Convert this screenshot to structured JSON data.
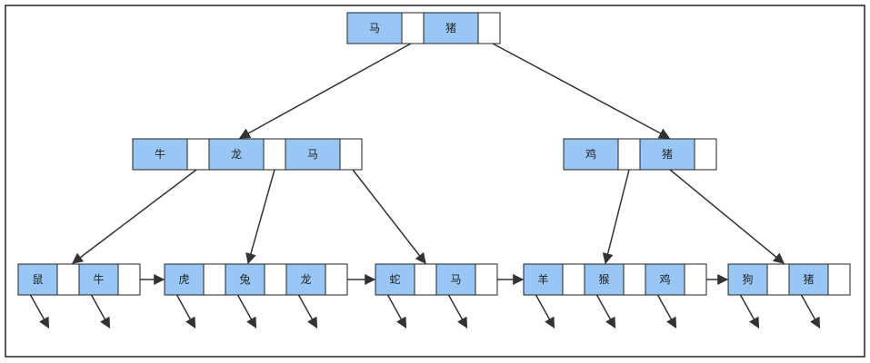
{
  "diagram": {
    "type": "b-plus-tree",
    "colors": {
      "key_fill": "#99c7f5",
      "pointer_fill": "#ffffff",
      "stroke": "#222222",
      "edge": "#333333"
    },
    "nodes": [
      {
        "id": "root",
        "keys": [
          "马",
          "猪"
        ]
      },
      {
        "id": "internal-left",
        "keys": [
          "牛",
          "龙",
          "马"
        ]
      },
      {
        "id": "internal-right",
        "keys": [
          "鸡",
          "猪"
        ]
      },
      {
        "id": "leaf-1",
        "keys": [
          "鼠",
          "牛"
        ]
      },
      {
        "id": "leaf-2",
        "keys": [
          "虎",
          "兔",
          "龙"
        ]
      },
      {
        "id": "leaf-3",
        "keys": [
          "蛇",
          "马"
        ]
      },
      {
        "id": "leaf-4",
        "keys": [
          "羊",
          "猴",
          "鸡"
        ]
      },
      {
        "id": "leaf-5",
        "keys": [
          "狗",
          "猪"
        ]
      }
    ],
    "edges": [
      {
        "from": "root",
        "to": "internal-left"
      },
      {
        "from": "root",
        "to": "internal-right"
      },
      {
        "from": "internal-left",
        "to": "leaf-1"
      },
      {
        "from": "internal-left",
        "to": "leaf-2"
      },
      {
        "from": "internal-left",
        "to": "leaf-3"
      },
      {
        "from": "internal-right",
        "to": "leaf-4"
      },
      {
        "from": "internal-right",
        "to": "leaf-5"
      }
    ],
    "leaf_links": [
      {
        "from": "leaf-1",
        "to": "leaf-2"
      },
      {
        "from": "leaf-2",
        "to": "leaf-3"
      },
      {
        "from": "leaf-3",
        "to": "leaf-4"
      },
      {
        "from": "leaf-4",
        "to": "leaf-5"
      }
    ]
  }
}
